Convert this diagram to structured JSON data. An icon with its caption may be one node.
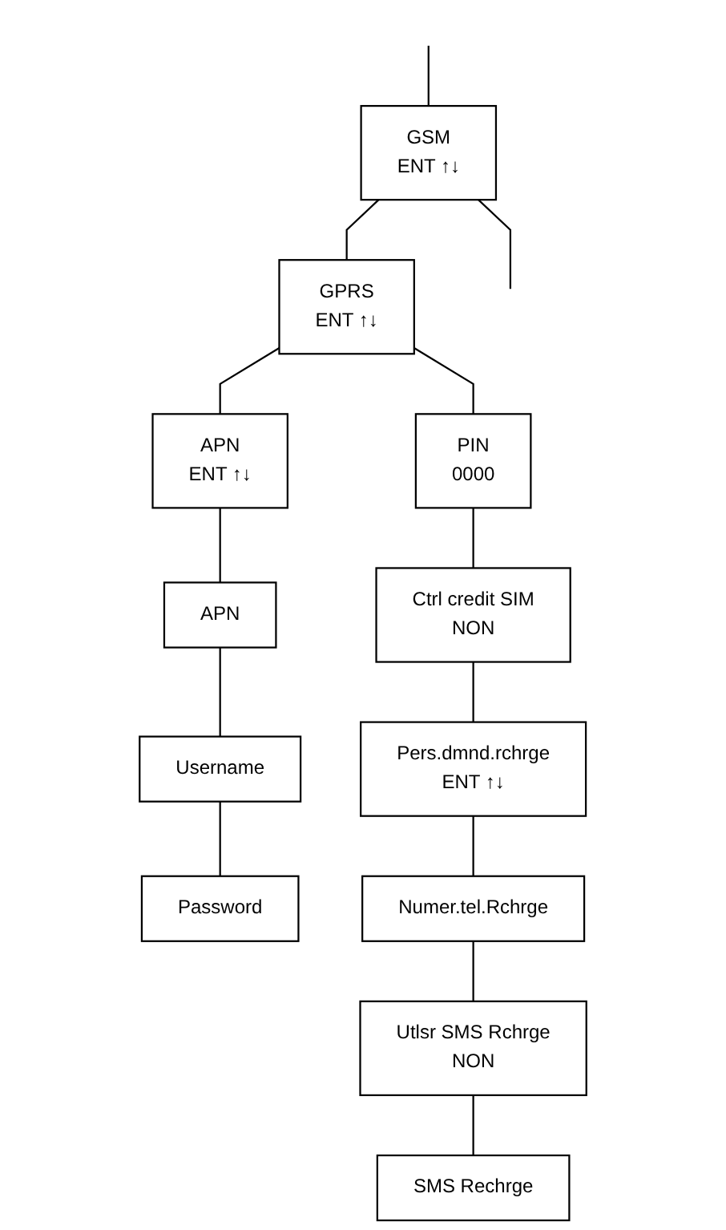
{
  "diagram": {
    "nodes": [
      {
        "text": [
          "GSM",
          "ENT ↑↓"
        ]
      },
      {
        "text": [
          "APN",
          "ENT ↑↓"
        ]
      },
      {
        "text": [
          "GPRS",
          "ENT ↑↓"
        ]
      },
      {
        "text": [
          "APN"
        ]
      },
      {
        "text": [
          "Username"
        ]
      },
      {
        "text": [
          "Password"
        ]
      },
      {
        "text": [
          "PIN",
          "0000"
        ]
      },
      {
        "text": [
          "Ctrl credit SIM",
          "NON"
        ]
      },
      {
        "text": [
          "Pers.dmnd.rchrge",
          "ENT ↑↓"
        ]
      },
      {
        "text": [
          "Numer.tel.Rchrge"
        ]
      },
      {
        "text": [
          "Utlsr SMS Rchrge",
          "NON"
        ]
      },
      {
        "text": [
          "SMS Rechrge"
        ]
      }
    ],
    "edges": [
      {
        "from": null,
        "to": 0,
        "arrow": "none"
      },
      {
        "from": 0,
        "to": null,
        "arrow": "none"
      },
      {
        "from": 0,
        "to": 2,
        "arrow": "none"
      },
      {
        "from": 2,
        "to": 1,
        "arrow": "none"
      },
      {
        "from": 1,
        "to": 3,
        "arrow": "none"
      },
      {
        "from": 3,
        "to": 4,
        "arrow": "none"
      },
      {
        "from": 4,
        "to": 5,
        "arrow": "none"
      },
      {
        "from": 2,
        "to": 6,
        "arrow": "none"
      },
      {
        "from": 6,
        "to": 7,
        "arrow": "none"
      },
      {
        "from": 7,
        "to": 8,
        "arrow": "none"
      },
      {
        "from": 8,
        "to": 9,
        "arrow": "none"
      },
      {
        "from": 9,
        "to": 10,
        "arrow": "none"
      },
      {
        "from": 10,
        "to": 11,
        "arrow": "none"
      }
    ]
  }
}
